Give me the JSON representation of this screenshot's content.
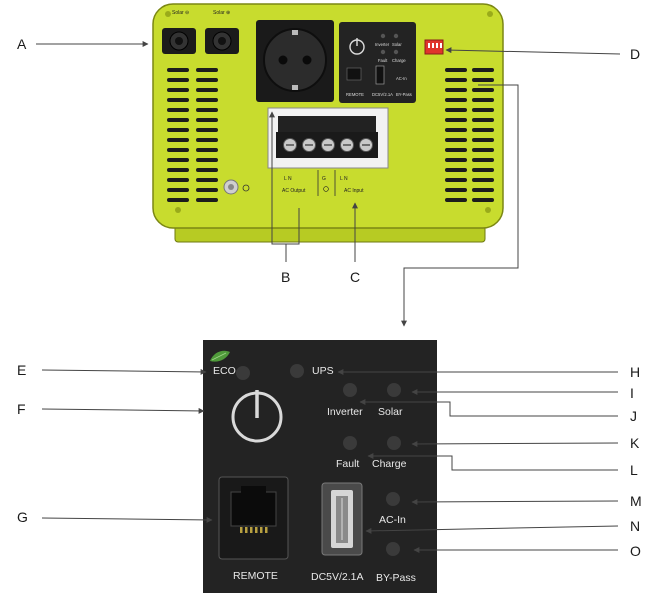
{
  "callouts": {
    "A": "A",
    "B": "B",
    "C": "C",
    "D": "D",
    "E": "E",
    "F": "F",
    "G": "G",
    "H": "H",
    "I": "I",
    "J": "J",
    "K": "K",
    "L": "L",
    "M": "M",
    "N": "N",
    "O": "O"
  },
  "device": {
    "solar_neg": "Solar ⊖",
    "solar_pos": "Solar ⊕",
    "ac_output": "AC Output",
    "ac_input": "AC Input",
    "ln_left": "L   N",
    "ln_right": "L   N",
    "g": "G",
    "mini_inverter": "Inverter",
    "mini_solar": "Solar",
    "mini_fault": "Fault",
    "mini_charge": "Charge",
    "mini_acin": "AC-In",
    "mini_remote": "REMOTE",
    "mini_dc": "DC5V/2.1A",
    "mini_bypass": "BY-Pass"
  },
  "panel": {
    "eco": "ECO",
    "ups": "UPS",
    "inverter": "Inverter",
    "solar": "Solar",
    "fault": "Fault",
    "charge": "Charge",
    "ac_in": "AC-In",
    "remote": "REMOTE",
    "dc": "DC5V/2.1A",
    "bypass": "BY-Pass"
  },
  "colors": {
    "housing": "#c8dc2e",
    "panel": "#232323",
    "dip_switch": "#e0342c"
  }
}
